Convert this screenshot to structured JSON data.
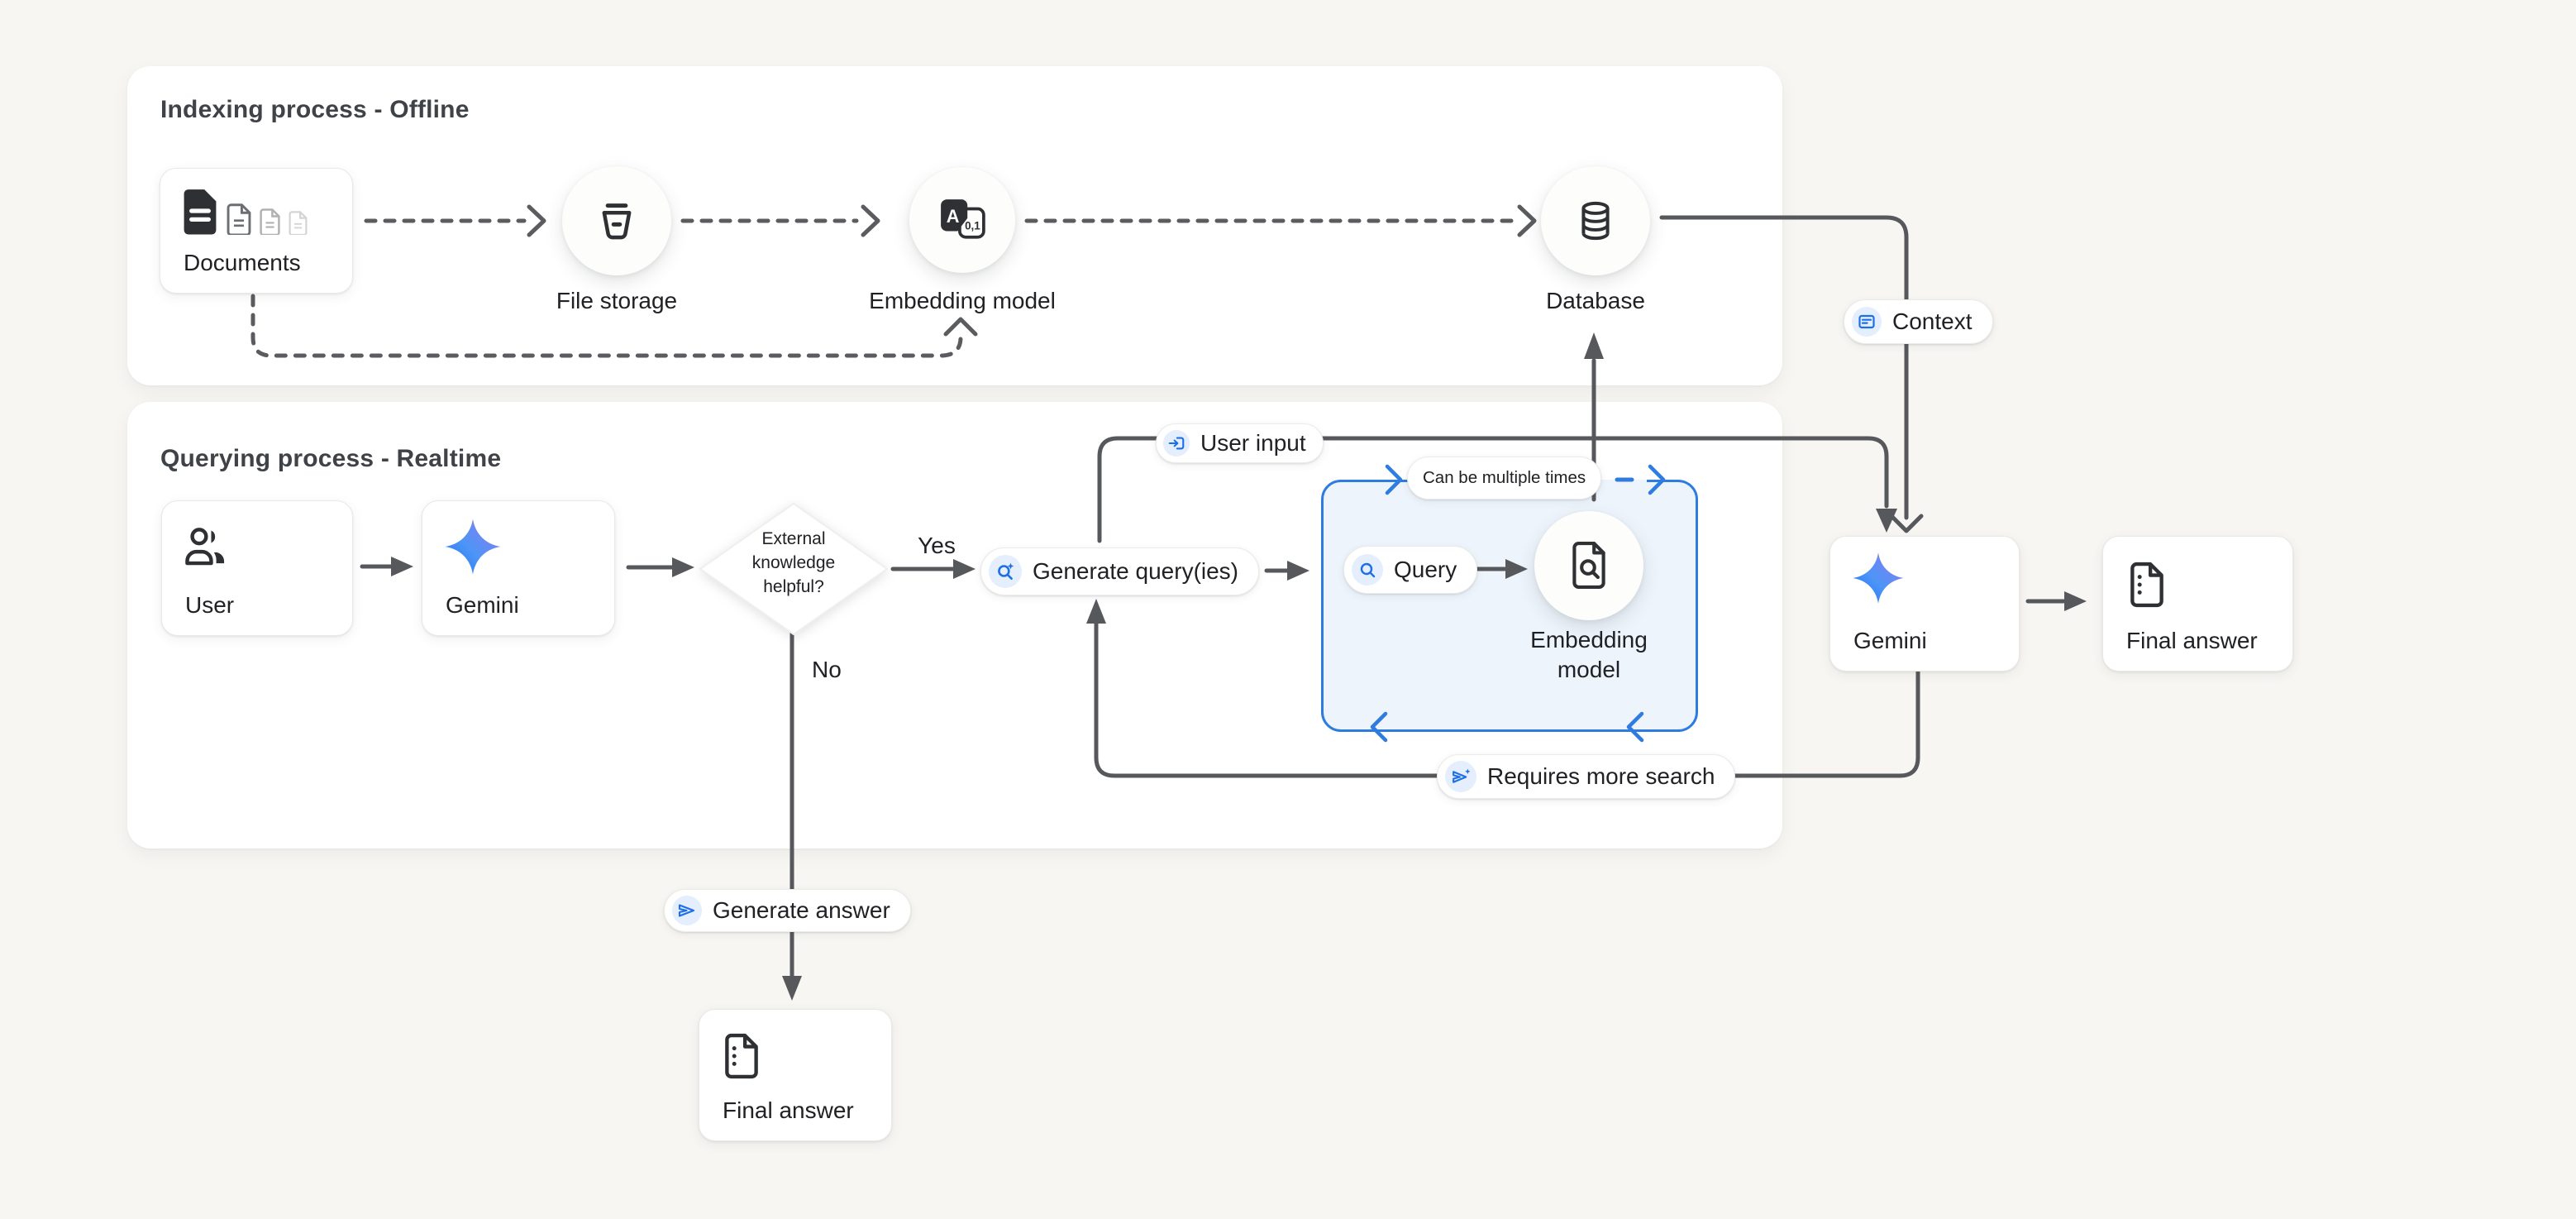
{
  "colors": {
    "page_background": "#f7f6f3",
    "card_background": "#ffffff",
    "line_gray": "#56585b",
    "icon_dark": "#2e3033",
    "text_ink": "#202124",
    "title_gray": "#3f4246",
    "accent_blue": "#1d6fe8",
    "loop_border_blue": "#2e7ce0",
    "loop_fill": "#edf4fc",
    "chip_blue_bg": "#e4eefc"
  },
  "indexing": {
    "title": "Indexing process - Offline",
    "documents": {
      "label": "Documents",
      "icon": "documents-stack-icon"
    },
    "file_storage": {
      "label": "File storage",
      "icon": "storage-bucket-icon"
    },
    "embedding_model": {
      "label": "Embedding model",
      "icon": "translate-binary-icon"
    },
    "database": {
      "label": "Database",
      "icon": "database-cylinder-icon"
    }
  },
  "context": {
    "label": "Context",
    "icon": "article-icon"
  },
  "querying": {
    "title": "Querying process - Realtime",
    "user": {
      "label": "User",
      "icon": "people-icon"
    },
    "gemini": {
      "label": "Gemini",
      "icon": "gemini-star-icon"
    },
    "decision": {
      "line1": "External",
      "line2": "knowledge",
      "line3": "helpful?",
      "yes": "Yes",
      "no": "No"
    },
    "user_input": {
      "label": "User input",
      "icon": "login-icon"
    },
    "generate_queries": {
      "label": "Generate query(ies)",
      "icon": "search-spark-icon"
    },
    "loop": {
      "caption": "Can be multiple times",
      "query": {
        "label": "Query",
        "icon": "search-icon"
      },
      "embedding_model": {
        "line1": "Embedding",
        "line2": "model",
        "icon": "file-search-icon"
      }
    },
    "requires_more_search": {
      "label": "Requires more search",
      "icon": "send-spark-icon"
    },
    "generate_answer": {
      "label": "Generate answer",
      "icon": "send-icon"
    },
    "final_answer": {
      "label": "Final answer",
      "icon": "document-list-icon"
    }
  },
  "output": {
    "gemini": {
      "label": "Gemini",
      "icon": "gemini-star-icon"
    },
    "final_answer": {
      "label": "Final answer",
      "icon": "document-list-icon"
    }
  }
}
